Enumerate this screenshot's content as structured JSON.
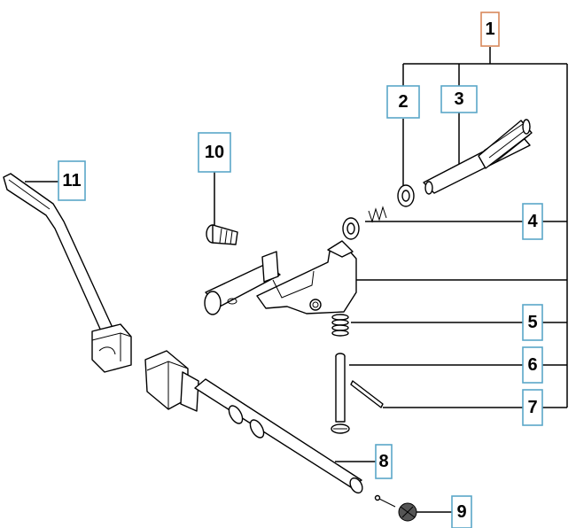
{
  "colors": {
    "callout_border": "#5aa7c8",
    "callout_border_highlight": "#d9895c",
    "line": "#000000",
    "background": "#ffffff"
  },
  "callouts": [
    {
      "label": "1",
      "highlight": true
    },
    {
      "label": "2",
      "highlight": false
    },
    {
      "label": "3",
      "highlight": false
    },
    {
      "label": "4",
      "highlight": false
    },
    {
      "label": "5",
      "highlight": false
    },
    {
      "label": "6",
      "highlight": false
    },
    {
      "label": "7",
      "highlight": false
    },
    {
      "label": "8",
      "highlight": false
    },
    {
      "label": "9",
      "highlight": false
    },
    {
      "label": "10",
      "highlight": false
    },
    {
      "label": "11",
      "highlight": false
    }
  ]
}
